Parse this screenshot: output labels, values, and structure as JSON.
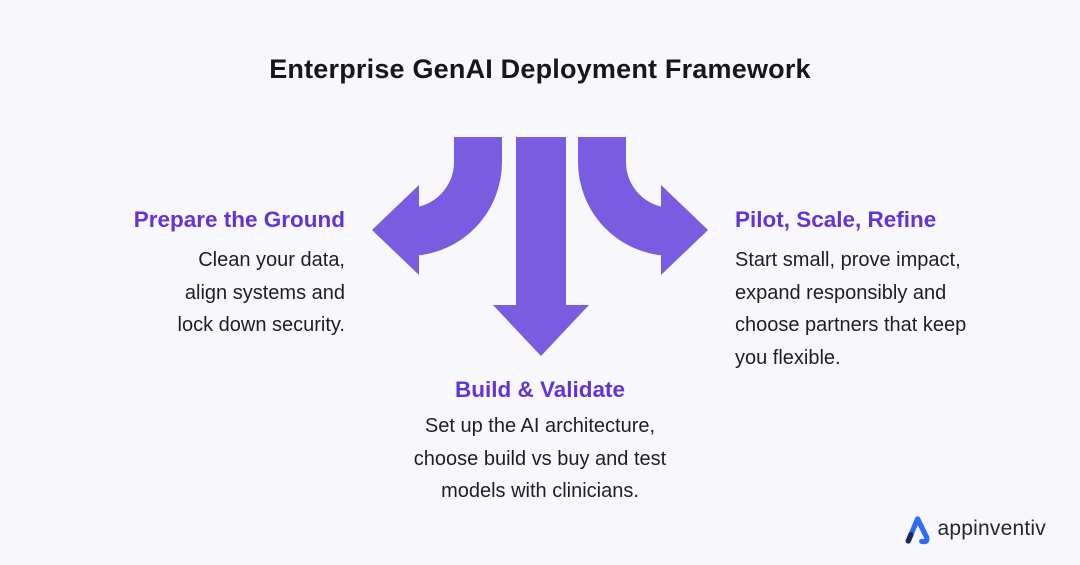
{
  "title": "Enterprise GenAI Deployment Framework",
  "colors": {
    "background": "#f8f8fc",
    "arrow_purple": "#7a5ce0",
    "heading_purple": "#6333d6",
    "title_text": "#16161b",
    "body_text": "#1d1d23",
    "logo_blue": "#2e6bf6",
    "logo_navy": "#1a2b52",
    "logo_text": "#26262e"
  },
  "steps": [
    {
      "heading": "Prepare the Ground",
      "body": "Clean your data,\nalign systems and\nlock down security."
    },
    {
      "heading": "Build & Validate",
      "body": "Set up the AI architecture,\nchoose build vs buy and test\nmodels with clinicians."
    },
    {
      "heading": "Pilot, Scale, Refine",
      "body": "Start small, prove impact,\nexpand responsibly and\nchoose partners that keep\nyou flexible."
    }
  ],
  "logo": {
    "text": "appinventiv"
  }
}
